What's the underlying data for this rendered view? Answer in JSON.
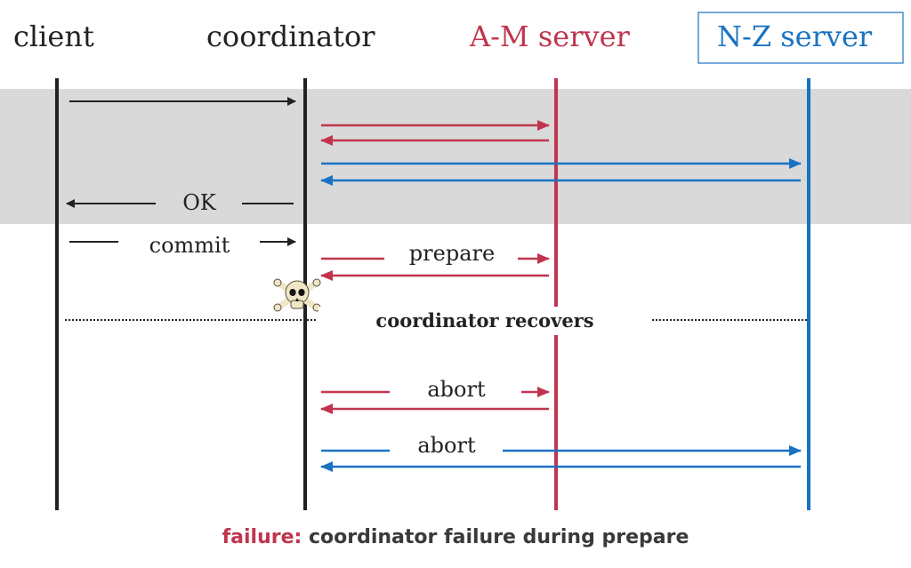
{
  "colors": {
    "black": "#222222",
    "red": "#c0354e",
    "blue": "#1a73c2",
    "band": "#d9d9d9"
  },
  "participants": [
    {
      "id": "client",
      "label": "client",
      "color": "#222222",
      "boxed": false
    },
    {
      "id": "coordinator",
      "label": "coordinator",
      "color": "#222222",
      "boxed": false
    },
    {
      "id": "am",
      "label": "A-M server",
      "color": "#c0354e",
      "boxed": false
    },
    {
      "id": "nz",
      "label": "N-Z server",
      "color": "#1a73c2",
      "boxed": true
    }
  ],
  "messages": [
    {
      "from": "client",
      "to": "coordinator",
      "label": "",
      "color": "black"
    },
    {
      "from": "coordinator",
      "to": "am",
      "label": "",
      "color": "red"
    },
    {
      "from": "am",
      "to": "coordinator",
      "label": "",
      "color": "red"
    },
    {
      "from": "coordinator",
      "to": "nz",
      "label": "",
      "color": "blue"
    },
    {
      "from": "nz",
      "to": "coordinator",
      "label": "",
      "color": "blue"
    },
    {
      "from": "coordinator",
      "to": "client",
      "label": "OK",
      "color": "black"
    },
    {
      "from": "client",
      "to": "coordinator",
      "label": "commit",
      "color": "black"
    },
    {
      "from": "coordinator",
      "to": "am",
      "label": "prepare",
      "color": "red"
    },
    {
      "from": "am",
      "to": "coordinator",
      "label": "",
      "color": "red"
    },
    {
      "from": "coordinator",
      "to": "am",
      "label": "abort",
      "color": "red"
    },
    {
      "from": "am",
      "to": "coordinator",
      "label": "",
      "color": "red"
    },
    {
      "from": "coordinator",
      "to": "nz",
      "label": "abort",
      "color": "blue"
    },
    {
      "from": "nz",
      "to": "coordinator",
      "label": "",
      "color": "blue"
    }
  ],
  "events": {
    "failure_icon": "skull-crossbones-icon",
    "recovery_label": "coordinator recovers"
  },
  "caption": {
    "highlight": "failure:",
    "text": " coordinator failure during prepare"
  }
}
